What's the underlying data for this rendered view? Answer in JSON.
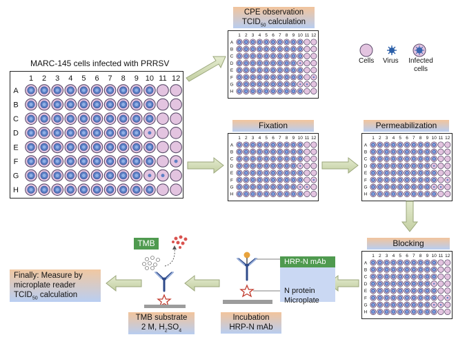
{
  "main_plate": {
    "title": "MARC-145 cells infected with PRRSV",
    "cols": [
      "1",
      "2",
      "3",
      "4",
      "5",
      "6",
      "7",
      "8",
      "9",
      "10",
      "11",
      "12"
    ],
    "rows": [
      "A",
      "B",
      "C",
      "D",
      "E",
      "F",
      "G",
      "H"
    ]
  },
  "cpe": {
    "line1": "CPE observation",
    "line2_pre": "TCID",
    "line2_sub": "50",
    "line2_post": " calculation"
  },
  "legend": {
    "cells": "Cells",
    "virus": "Virus",
    "infected": "Infected\ncells",
    "infected_l1": "Infected",
    "infected_l2": "cells"
  },
  "fixation": {
    "label": "Fixation"
  },
  "permeabilization": {
    "label": "Permeabilization"
  },
  "blocking": {
    "label": "Blocking"
  },
  "small_plate": {
    "cols": [
      "1",
      "2",
      "3",
      "4",
      "5",
      "6",
      "7",
      "8",
      "9",
      "10",
      "11",
      "12"
    ],
    "rows": [
      "A",
      "B",
      "C",
      "D",
      "E",
      "F",
      "G",
      "H"
    ]
  },
  "incubation_labels": {
    "hrp": "HRP-N mAb",
    "nprotein": "N protein",
    "microplate": "Microplate"
  },
  "incubation": {
    "line1": "Incubation",
    "line2": "HRP-N mAb"
  },
  "tmb": {
    "tag": "TMB"
  },
  "tmb_substrate": {
    "line1": "TMB substrate",
    "line2_pre": "2 M, H",
    "line2_sub1": "2",
    "line2_mid": "SO",
    "line2_sub2": "4"
  },
  "final": {
    "line1": "Finally: Measure by",
    "line2": "microplate reader",
    "line3_pre": "TCID",
    "line3_sub": "50",
    "line3_post": " calculation"
  },
  "colors": {
    "cell_fill": "#e3c4e0",
    "cell_stroke": "#5a4a6a",
    "virus": "#2b5fa8",
    "arrow": "#cfd8b6",
    "arrow_stroke": "#9aa67a"
  }
}
